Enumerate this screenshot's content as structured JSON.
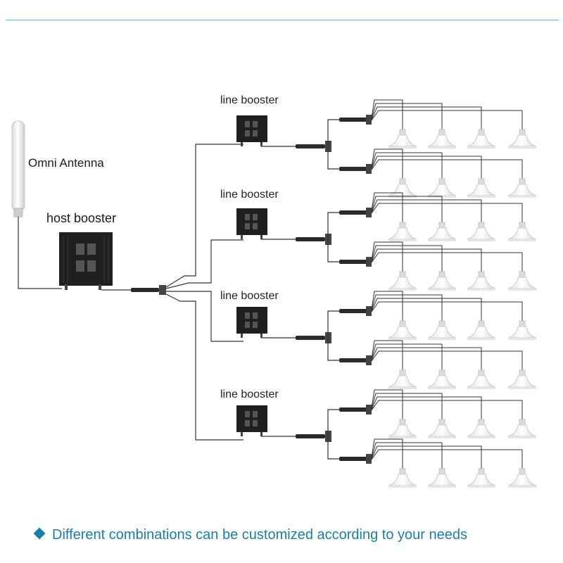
{
  "labels": {
    "omni_antenna": "Omni Antenna",
    "host_booster": "host booster",
    "line_boosters": [
      "line booster",
      "line booster",
      "line booster",
      "line booster"
    ]
  },
  "footer": {
    "text": "Different combinations can be customized according to your needs",
    "icon": "diamond-bullet-icon"
  },
  "colors": {
    "accent": "#1a7fa8",
    "rule": "#4cc3d9",
    "device": "#1c1c1c",
    "antenna": "#e9e9e9",
    "cable": "#333333"
  }
}
